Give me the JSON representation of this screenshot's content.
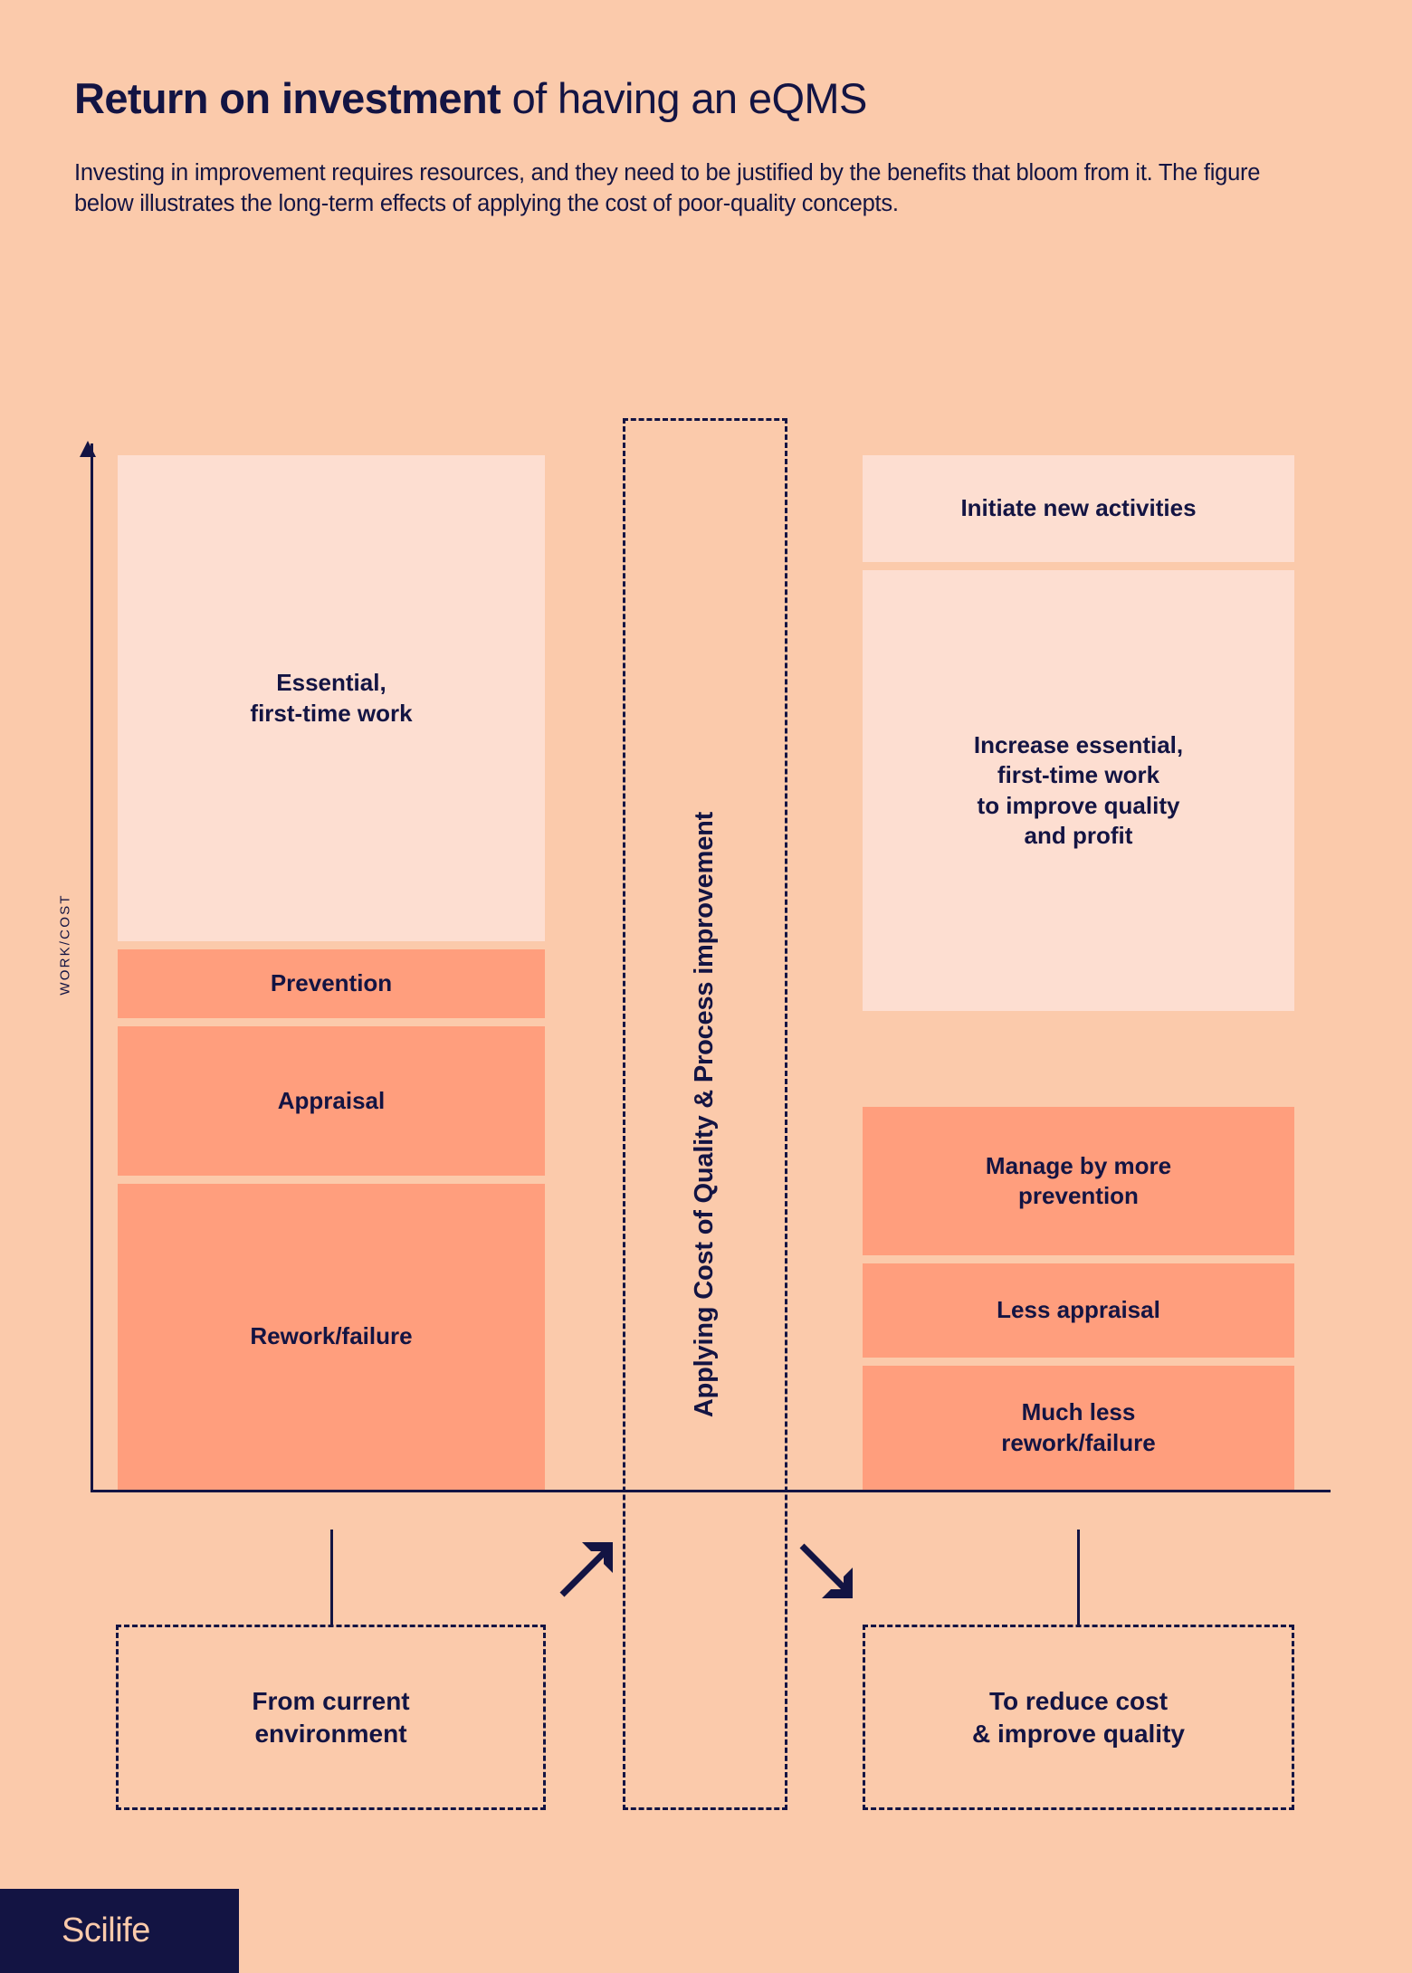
{
  "header": {
    "title_strong": "Return on investment",
    "title_rest": " of having an eQMS",
    "subtitle": "Investing in improvement requires resources, and they need to be justified by the benefits that bloom from it. The figure below illustrates the long-term effects of applying the cost of poor-quality concepts."
  },
  "axis": {
    "y_label": "WORK/COST"
  },
  "center": {
    "label": "Applying Cost of Quality & Process improvement"
  },
  "callouts": {
    "left": "From current\nenvironment",
    "right": "To reduce cost\n& improve quality"
  },
  "footer": {
    "logo_text": "Scilife"
  },
  "colors": {
    "background": "#FBCAAB",
    "ink": "#131443",
    "light_band": "#FDDED1",
    "dark_band": "#FF9E7D"
  },
  "icons": {
    "arrow_up_right": "arrow-up-right-icon",
    "arrow_down_right": "arrow-down-right-icon",
    "y_axis_arrow": "axis-arrow-icon"
  },
  "chart_data": {
    "type": "bar",
    "title": "Return on investment of having an eQMS",
    "xlabel": "",
    "ylabel": "WORK/COST",
    "grid": false,
    "legend": "none",
    "categories": [
      "From current environment",
      "To reduce cost & improve quality"
    ],
    "stacks": [
      {
        "name": "From current environment",
        "segments": [
          {
            "label": "Essential,\nfirst-time work",
            "value": 537,
            "color": "#FDDED1"
          },
          {
            "label": "Prevention",
            "value": 76,
            "color": "#FF9E7D"
          },
          {
            "label": "Appraisal",
            "value": 165,
            "color": "#FF9E7D"
          },
          {
            "label": "Rework/failure",
            "value": 338,
            "color": "#FF9E7D"
          }
        ]
      },
      {
        "name": "To reduce cost & improve quality",
        "segments": [
          {
            "label": "Initiate new activities",
            "value": 118,
            "color": "#FDDED1"
          },
          {
            "label": "Increase essential,\nfirst-time work\nto improve quality\nand profit",
            "value": 487,
            "color": "#FDDED1"
          },
          {
            "label": "Manage by more\nprevention",
            "value": 164,
            "color": "#FF9E7D"
          },
          {
            "label": "Less appraisal",
            "value": 104,
            "color": "#FF9E7D"
          },
          {
            "label": "Much less\nrework/failure",
            "value": 137,
            "color": "#FF9E7D"
          }
        ]
      }
    ],
    "annotation": "Applying Cost of Quality & Process improvement"
  }
}
